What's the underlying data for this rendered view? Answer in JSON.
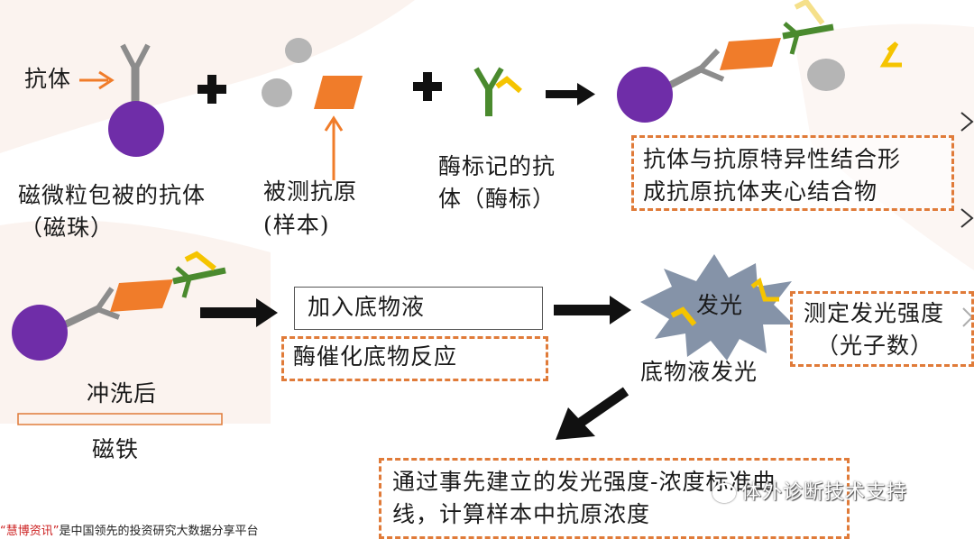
{
  "labels": {
    "antibody": "抗体",
    "magnetic_antibody_l1": "磁微粒包被的抗体",
    "magnetic_antibody_l2": "（磁珠）",
    "antigen_l1": "被测抗原",
    "antigen_l2": "(样本)",
    "enzyme_antibody_l1": "酶标记的抗",
    "enzyme_antibody_l2": "体（酶标）",
    "sandwich_l1": "抗体与抗原特异性结合形",
    "sandwich_l2": "成抗原抗体夹心结合物",
    "after_wash": "冲洗后",
    "magnet": "磁铁",
    "add_substrate": "加入底物液",
    "enzyme_reaction": "酶催化底物反应",
    "glow": "发光",
    "substrate_glow": "底物液发光",
    "measure_l1": "测定发光强度",
    "measure_l2": "（光子数）",
    "calc_l1": "通过事先建立的发光强度-浓度标准曲",
    "calc_l2": "线，计算样本中抗原浓度"
  },
  "watermark": "体外诊断技术支持",
  "footer": {
    "brand": "“慧博资讯”",
    "text": "是中国领先的投资研究大数据分享平台"
  },
  "colors": {
    "bead": "#6f2da8",
    "antigen": "#f07c2a",
    "enzyme_antibody": "#4a8a2e",
    "enzyme": "#f5c400",
    "antibody_stem": "#8c8c8c",
    "sample": "#b5b5b5",
    "arrow": "#111111",
    "dash_box": "#e07b39",
    "burst": "#8593a8"
  }
}
